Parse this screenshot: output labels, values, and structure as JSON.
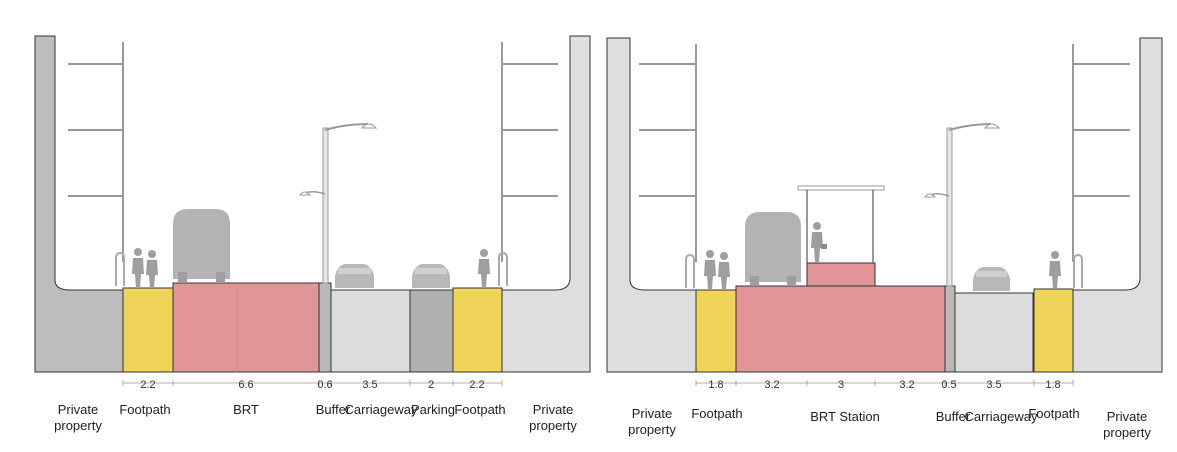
{
  "left": {
    "dimensions": [
      "2.2",
      "6.6",
      "0.6",
      "3.5",
      "2",
      "2.2"
    ],
    "labels": {
      "private_left_1": "Private",
      "private_left_2": "property",
      "footpath_left": "Footpath",
      "brt": "BRT",
      "buffer": "Buffer",
      "carriageway": "Carriageway",
      "parking": "Parking",
      "footpath_right": "Footpath",
      "private_right_1": "Private",
      "private_right_2": "property"
    }
  },
  "right": {
    "dimensions": [
      "1.8",
      "3.2",
      "3",
      "3.2",
      "0.5",
      "3.5",
      "1.8"
    ],
    "labels": {
      "private_left_1": "Private",
      "private_left_2": "property",
      "footpath_left": "Footpath",
      "brt_station": "BRT Station",
      "buffer": "Buffer",
      "carriageway": "Carriageway",
      "footpath_right": "Footpath",
      "private_right_1": "Private",
      "private_right_2": "property"
    }
  },
  "colors": {
    "footpath": "#f0d45a",
    "brt": "#e29597",
    "buffer": "#b8b8b8",
    "carriageway": "#dcdcdc",
    "parking": "#b0b0b0",
    "building_dark": "#bdbdbd",
    "building_light": "#dedede",
    "silhouette": "#9e9e9e"
  }
}
